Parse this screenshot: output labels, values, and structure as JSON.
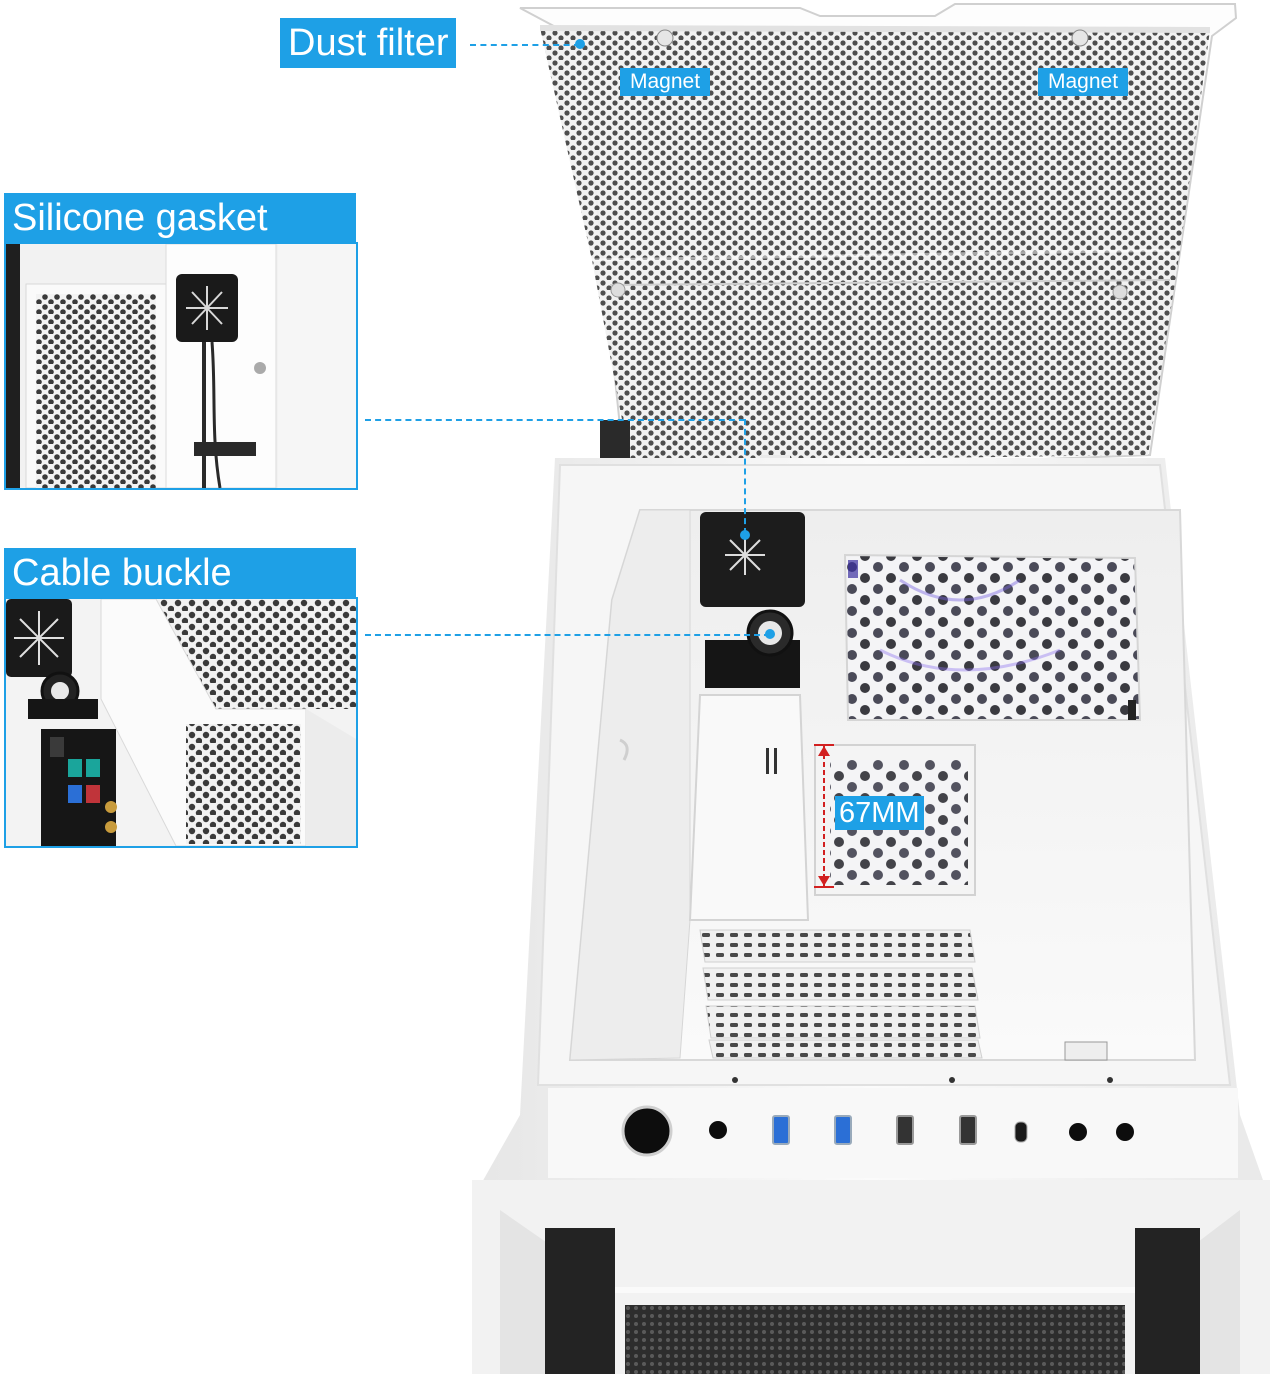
{
  "labels": {
    "dust_filter": "Dust filter",
    "magnet_left": "Magnet",
    "magnet_right": "Magnet",
    "silicone_gasket": "Silicone gasket",
    "cable_buckle": "Cable buckle",
    "clearance": "67MM"
  },
  "colors": {
    "accent": "#1ea0e6",
    "measure": "#d22020",
    "case_white": "#f7f7f7",
    "mesh_dark": "#555555"
  }
}
